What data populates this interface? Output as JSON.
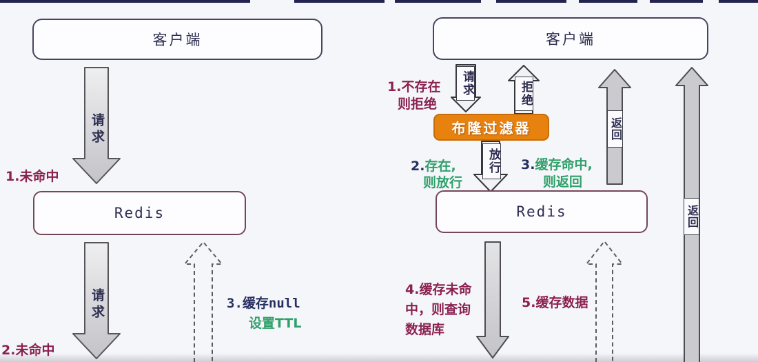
{
  "colors": {
    "background": "#f5f6fa",
    "accent_orange": "#e8820f",
    "step_maroon": "#8b2150",
    "step_green": "#2fa06a",
    "step_navy": "#272f60",
    "client_box_border": "#45455f",
    "redis_box_border": "#74465a"
  },
  "left": {
    "client_box": "客户端",
    "redis_box": "Redis",
    "request_down_1": "请求",
    "request_down_2": "请求",
    "step1": "1.未命中",
    "step2": "2.未命中",
    "step3_line1": "3.缓存null",
    "step3_line2": "设置TTL"
  },
  "right": {
    "client_box": "客户端",
    "bloom_filter_box": "布隆过滤器",
    "redis_box": "Redis",
    "request_arrow": "请求",
    "reject_arrow": "拒绝",
    "pass_arrow": "放行",
    "return_arrow_short": "返回",
    "return_arrow_tall": "返回",
    "step1_line1": "1.不存在",
    "step1_line2": "则拒绝",
    "step2_prefix": "2.",
    "step2_line1": "存在,",
    "step2_line2": "则放行",
    "step3_prefix": "3.",
    "step3_line1": "缓存命中,",
    "step3_line2": "则返回",
    "step4_line1": "4.缓存未命",
    "step4_line2": "中，则查询",
    "step4_line3": "数据库",
    "step5": "5.缓存数据"
  }
}
